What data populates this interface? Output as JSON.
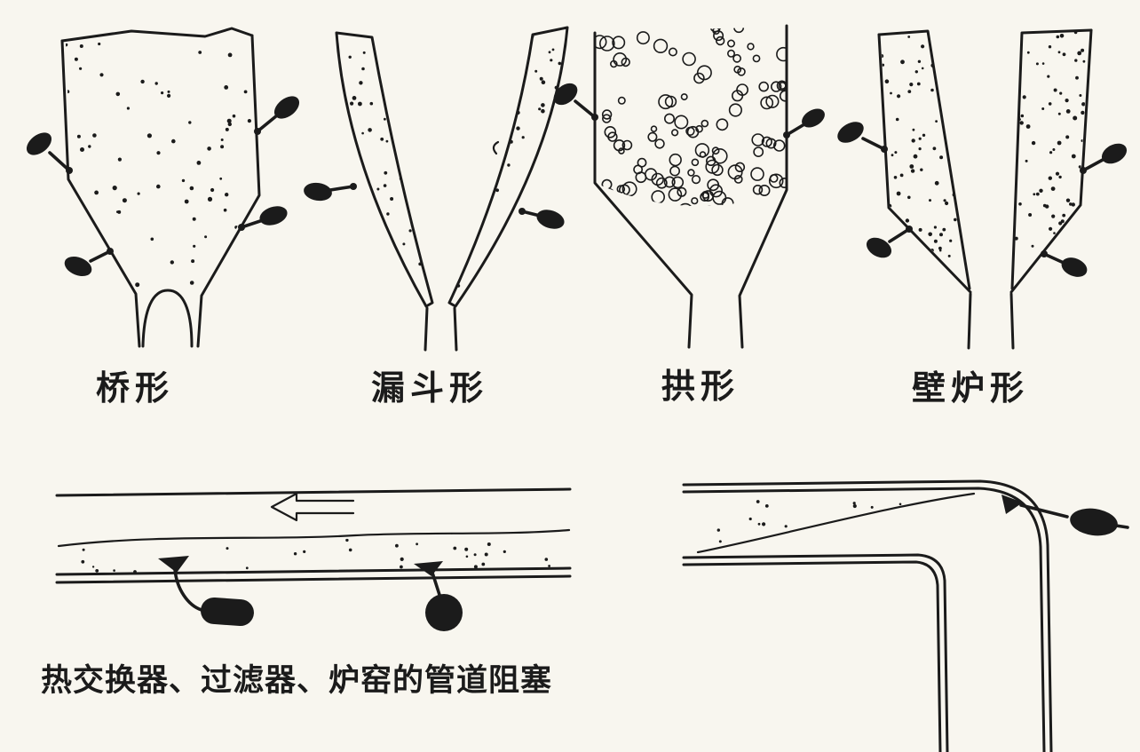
{
  "figure": {
    "background_color": "#f8f6ef",
    "ink_color": "#1b1b1b"
  },
  "hoppers": [
    {
      "label": "桥形"
    },
    {
      "label": "漏斗形"
    },
    {
      "label": "拱形"
    },
    {
      "label": "壁炉形"
    }
  ],
  "pipe_section": {
    "caption": "热交换器、过滤器、炉窑的管道阻塞",
    "flow_arrow_direction": "left"
  }
}
